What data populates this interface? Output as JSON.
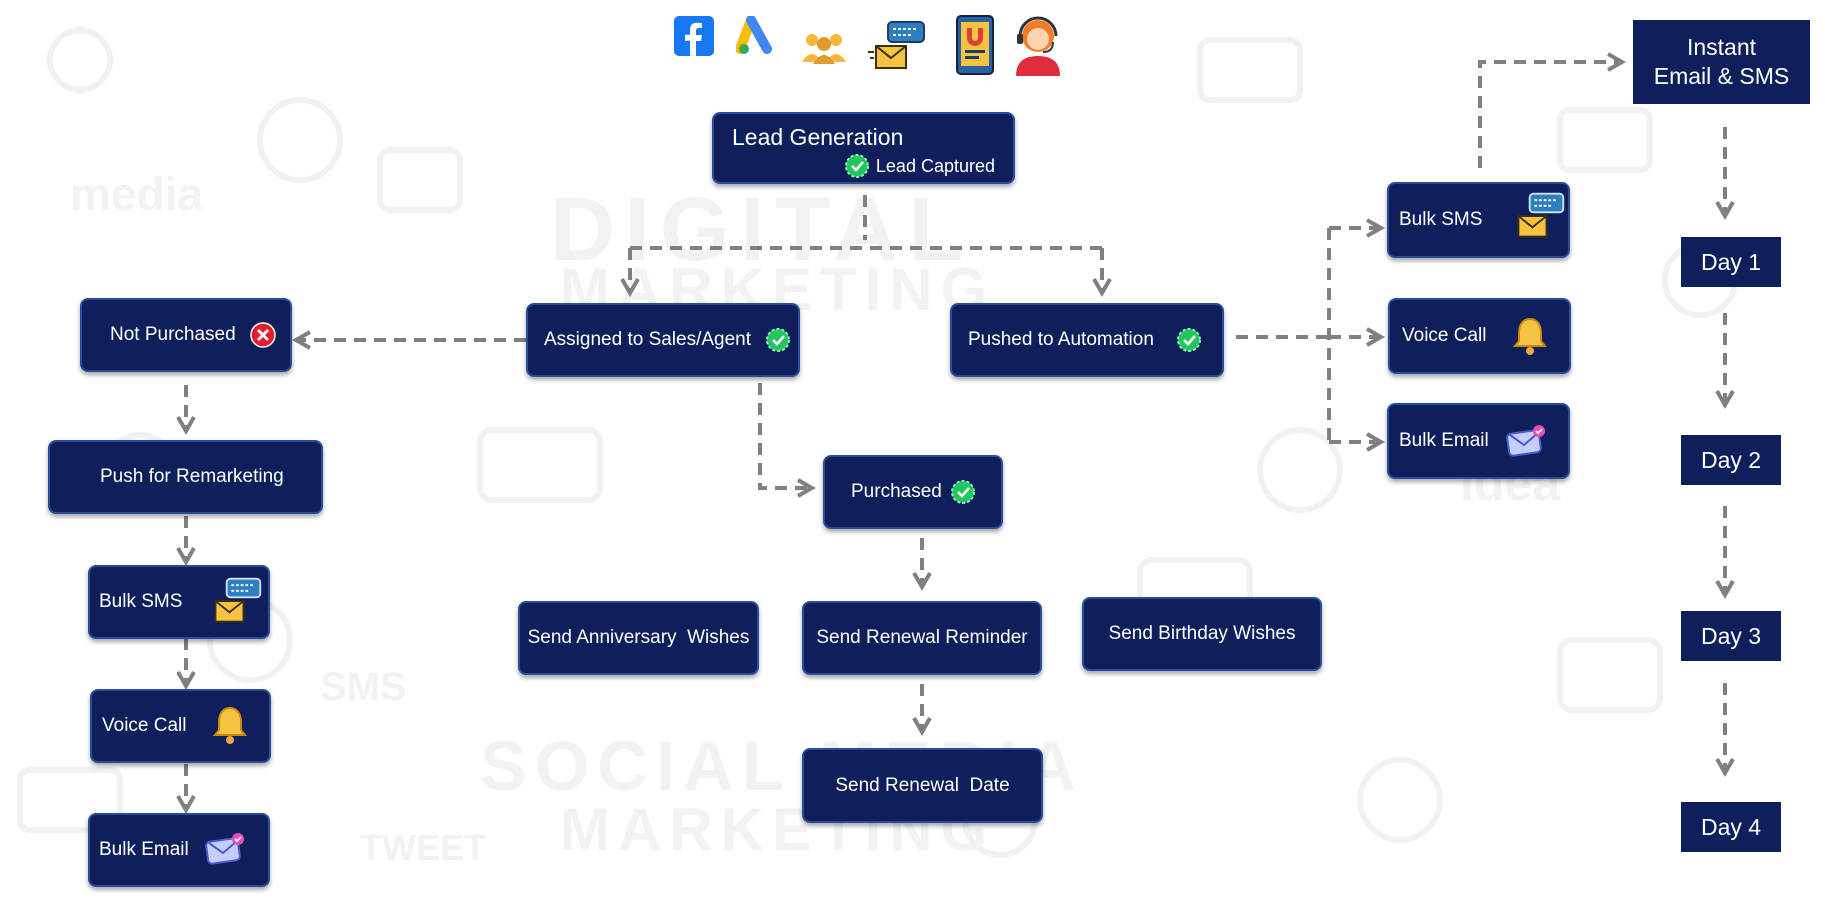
{
  "nodes": {
    "lead_generation": {
      "title": "Lead Generation",
      "status": "Lead Captured"
    },
    "assigned_sales": "Assigned to Sales/Agent",
    "pushed_automation": "Pushed to Automation",
    "not_purchased": "Not Purchased",
    "push_remarketing": "Push for Remarketing",
    "left_bulk_sms": "Bulk SMS",
    "left_voice_call": "Voice Call",
    "left_bulk_email": "Bulk Email",
    "purchased": "Purchased",
    "send_anniversary": "Send Anniversary  Wishes",
    "send_renewal_reminder": "Send Renewal Reminder",
    "send_birthday": "Send Birthday Wishes",
    "send_renewal_date": "Send Renewal  Date",
    "right_bulk_sms": "Bulk SMS",
    "right_voice_call": "Voice Call",
    "right_bulk_email": "Bulk Email",
    "instant": "Instant\nEmail & SMS",
    "day1": "Day 1",
    "day2": "Day 2",
    "day3": "Day 3",
    "day4": "Day 4"
  },
  "source_icons": [
    "facebook-icon",
    "google-ads-icon",
    "people-group-icon",
    "sms-email-icon",
    "mobile-magnet-icon",
    "call-center-agent-icon"
  ],
  "colors": {
    "node": "#0e1f5c",
    "node_border": "#2a4d9a",
    "arrow": "#808080",
    "check": "#22c55e",
    "cross": "#e11d2e",
    "day": "#0e1f5c"
  }
}
